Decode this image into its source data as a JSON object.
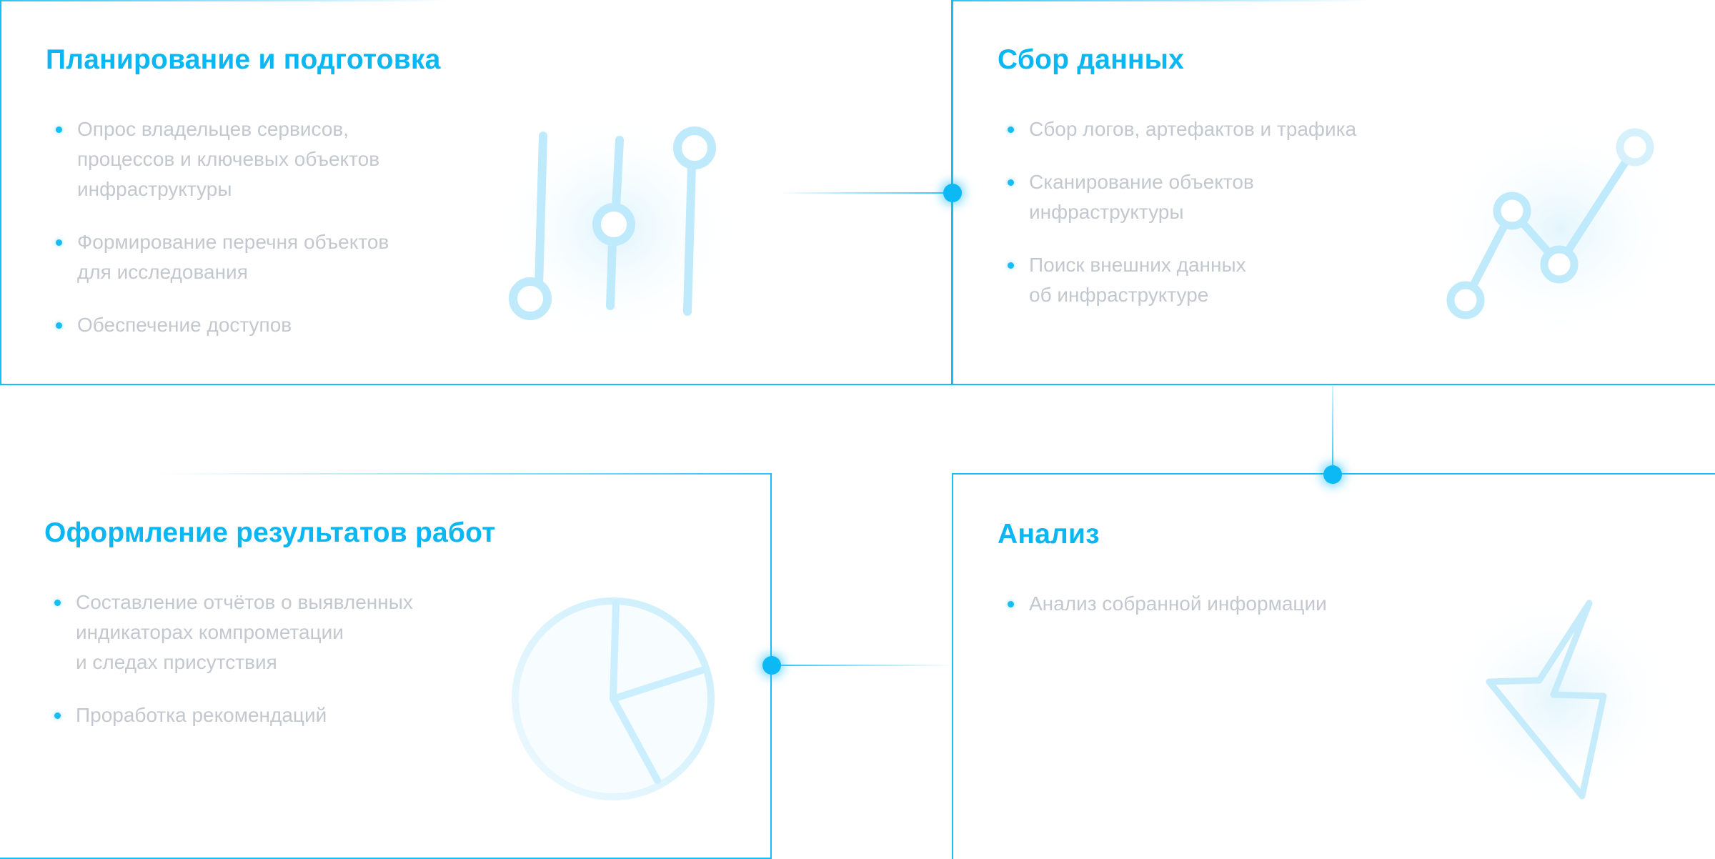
{
  "cards": {
    "planning": {
      "title": "Планирование и подготовка",
      "items": [
        "Опрос владельцев сервисов,\nпроцессов и ключевых объектов\nинфраструктуры",
        "Формирование перечня объектов\nдля исследования",
        "Обеспечение доступов"
      ],
      "icon": "sliders-icon"
    },
    "collection": {
      "title": "Сбор данных",
      "items": [
        "Сбор логов, артефактов и трафика",
        "Сканирование объектов\nинфраструктуры",
        "Поиск внешних данных\nоб инфраструктуре"
      ],
      "icon": "line-graph-icon"
    },
    "results": {
      "title": "Оформление результатов работ",
      "items": [
        "Составление отчётов о выявленных\nиндикаторах компрометации\nи следах присутствия",
        "Проработка рекомендаций"
      ],
      "icon": "pie-chart-icon"
    },
    "analysis": {
      "title": "Анализ",
      "items": [
        "Анализ собранной информации"
      ],
      "icon": "lightning-icon"
    }
  },
  "colors": {
    "accent": "#0ab7f2",
    "border": "#17bef6",
    "text": "#c3c8cf"
  }
}
